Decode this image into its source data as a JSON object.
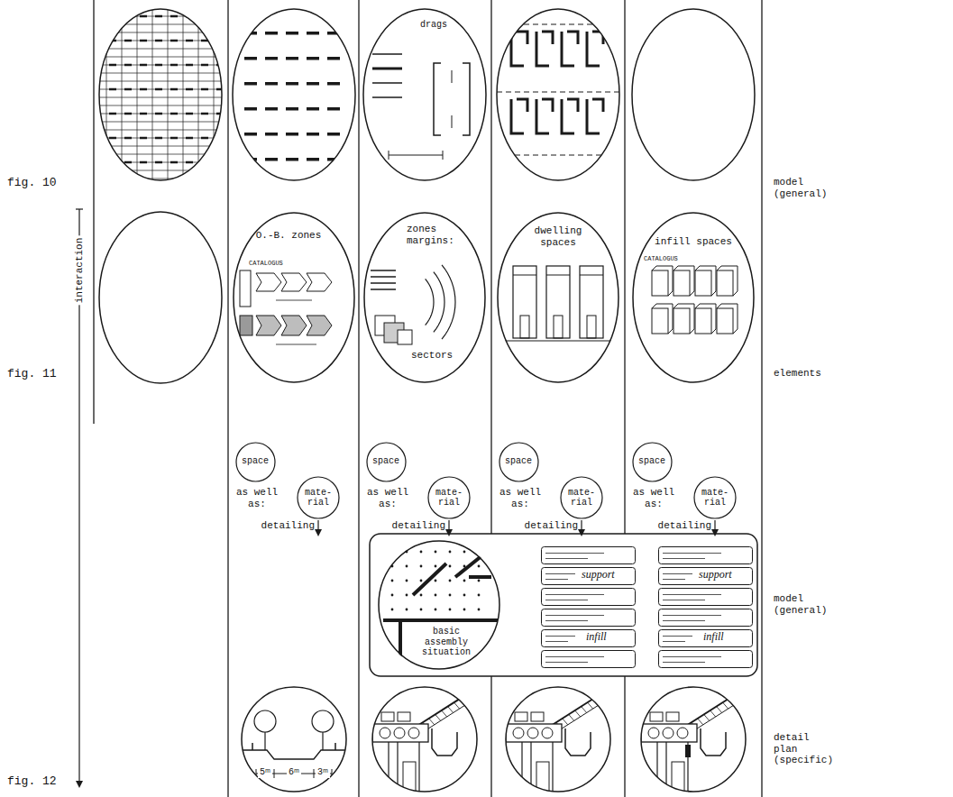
{
  "diagram": {
    "nodes": [
      {
        "text": [
          "O.-B. zones"
        ]
      },
      {
        "text": [
          "zones margins:",
          "sectors"
        ]
      },
      {
        "text": [
          "dwelling spaces"
        ]
      },
      {
        "text": [
          "infill spaces"
        ]
      },
      {
        "text": [
          "space"
        ]
      },
      {
        "text": [
          "mate- rial"
        ]
      },
      {
        "text": [
          "space"
        ]
      },
      {
        "text": [
          "mate- rial"
        ]
      },
      {
        "text": [
          "space"
        ]
      },
      {
        "text": [
          "mate- rial"
        ]
      },
      {
        "text": [
          "space"
        ]
      },
      {
        "text": [
          "mate- rial"
        ]
      },
      {
        "text": [
          "basic assembly situation"
        ]
      },
      {
        "text": [
          "support",
          "infill"
        ]
      },
      {
        "text": [
          "support",
          "infill"
        ]
      }
    ],
    "labels": [
      "fig. 10",
      "fig. 11",
      "fig. 12",
      "interaction",
      "model (general)",
      "elements",
      "model (general)",
      "detail plan (specific)",
      "drags",
      "CATALOGUS",
      "CATALOGUS",
      "as well as:",
      "as well as:",
      "as well as:",
      "as well as:",
      "detailing",
      "detailing",
      "detailing",
      "detailing",
      "5ᵐ",
      "6ᵐ",
      "3ᵐ"
    ]
  }
}
